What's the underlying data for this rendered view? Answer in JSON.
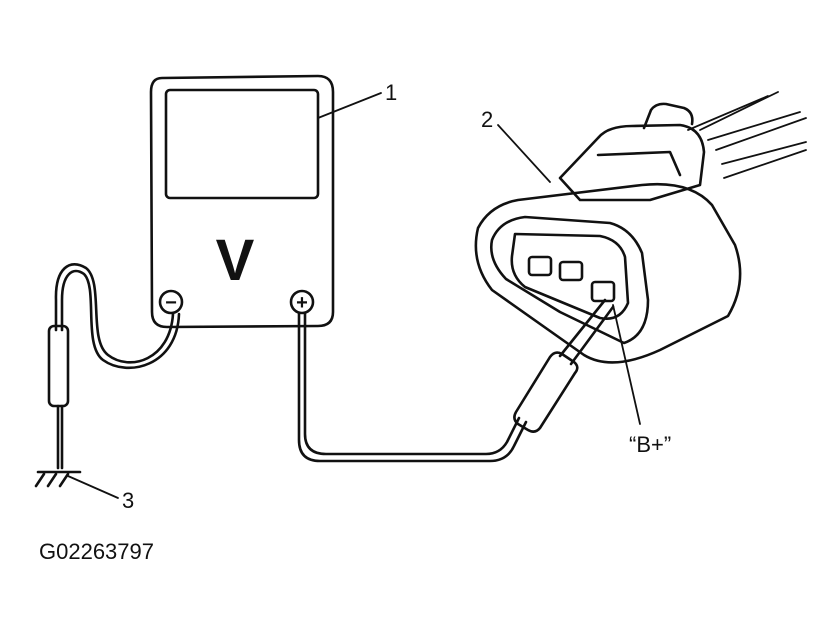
{
  "callouts": {
    "meter": "1",
    "connector": "2",
    "ground": "3"
  },
  "meter": {
    "display_symbol": "V",
    "negative_terminal": "−",
    "positive_terminal": "+"
  },
  "terminal_label": "“B+”",
  "figure_code": "G02263797"
}
